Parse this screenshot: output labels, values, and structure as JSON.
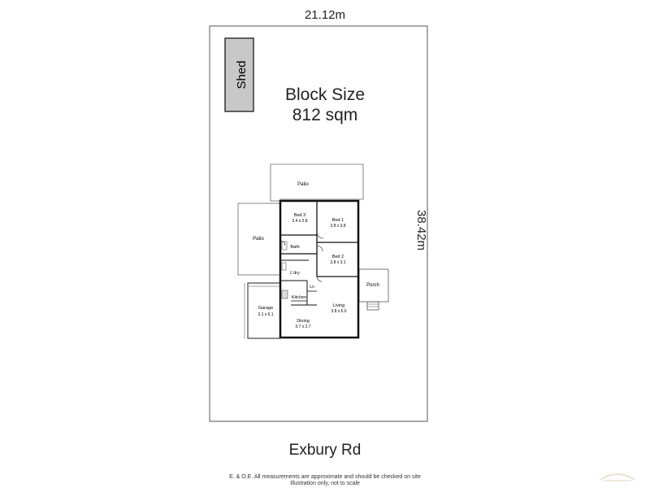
{
  "lot": {
    "width": "21.12m",
    "depth": "38.42m"
  },
  "block": {
    "title": "Block Size",
    "area": "812 sqm"
  },
  "shed": {
    "label": "Shed"
  },
  "rooms": {
    "patio_top": "Patio",
    "patio_left": "Patio",
    "bed3": {
      "name": "Bed 3",
      "size": "3.4 x 2.8"
    },
    "bed1": {
      "name": "Bed 1",
      "size": "3.8 x 3.8"
    },
    "bath": "Bath",
    "bed2": {
      "name": "Bed 2",
      "size": "3.8 x 3.1"
    },
    "laundry": "L'dry",
    "linen": "Ln",
    "porch": "Porch",
    "kitchen": "Kitchen",
    "living": {
      "name": "Living",
      "size": "3.8 x 6.0"
    },
    "garage": {
      "name": "Garage",
      "size": "3.1 x 6.1"
    },
    "dining": {
      "name": "Dining",
      "size": "3.7 x 2.7"
    }
  },
  "street": "Exbury Rd",
  "disclaimer": {
    "line1": "E. & O.E. All measurements are approximate and should be checked on site",
    "line2": "Illustration only, not to scale"
  }
}
